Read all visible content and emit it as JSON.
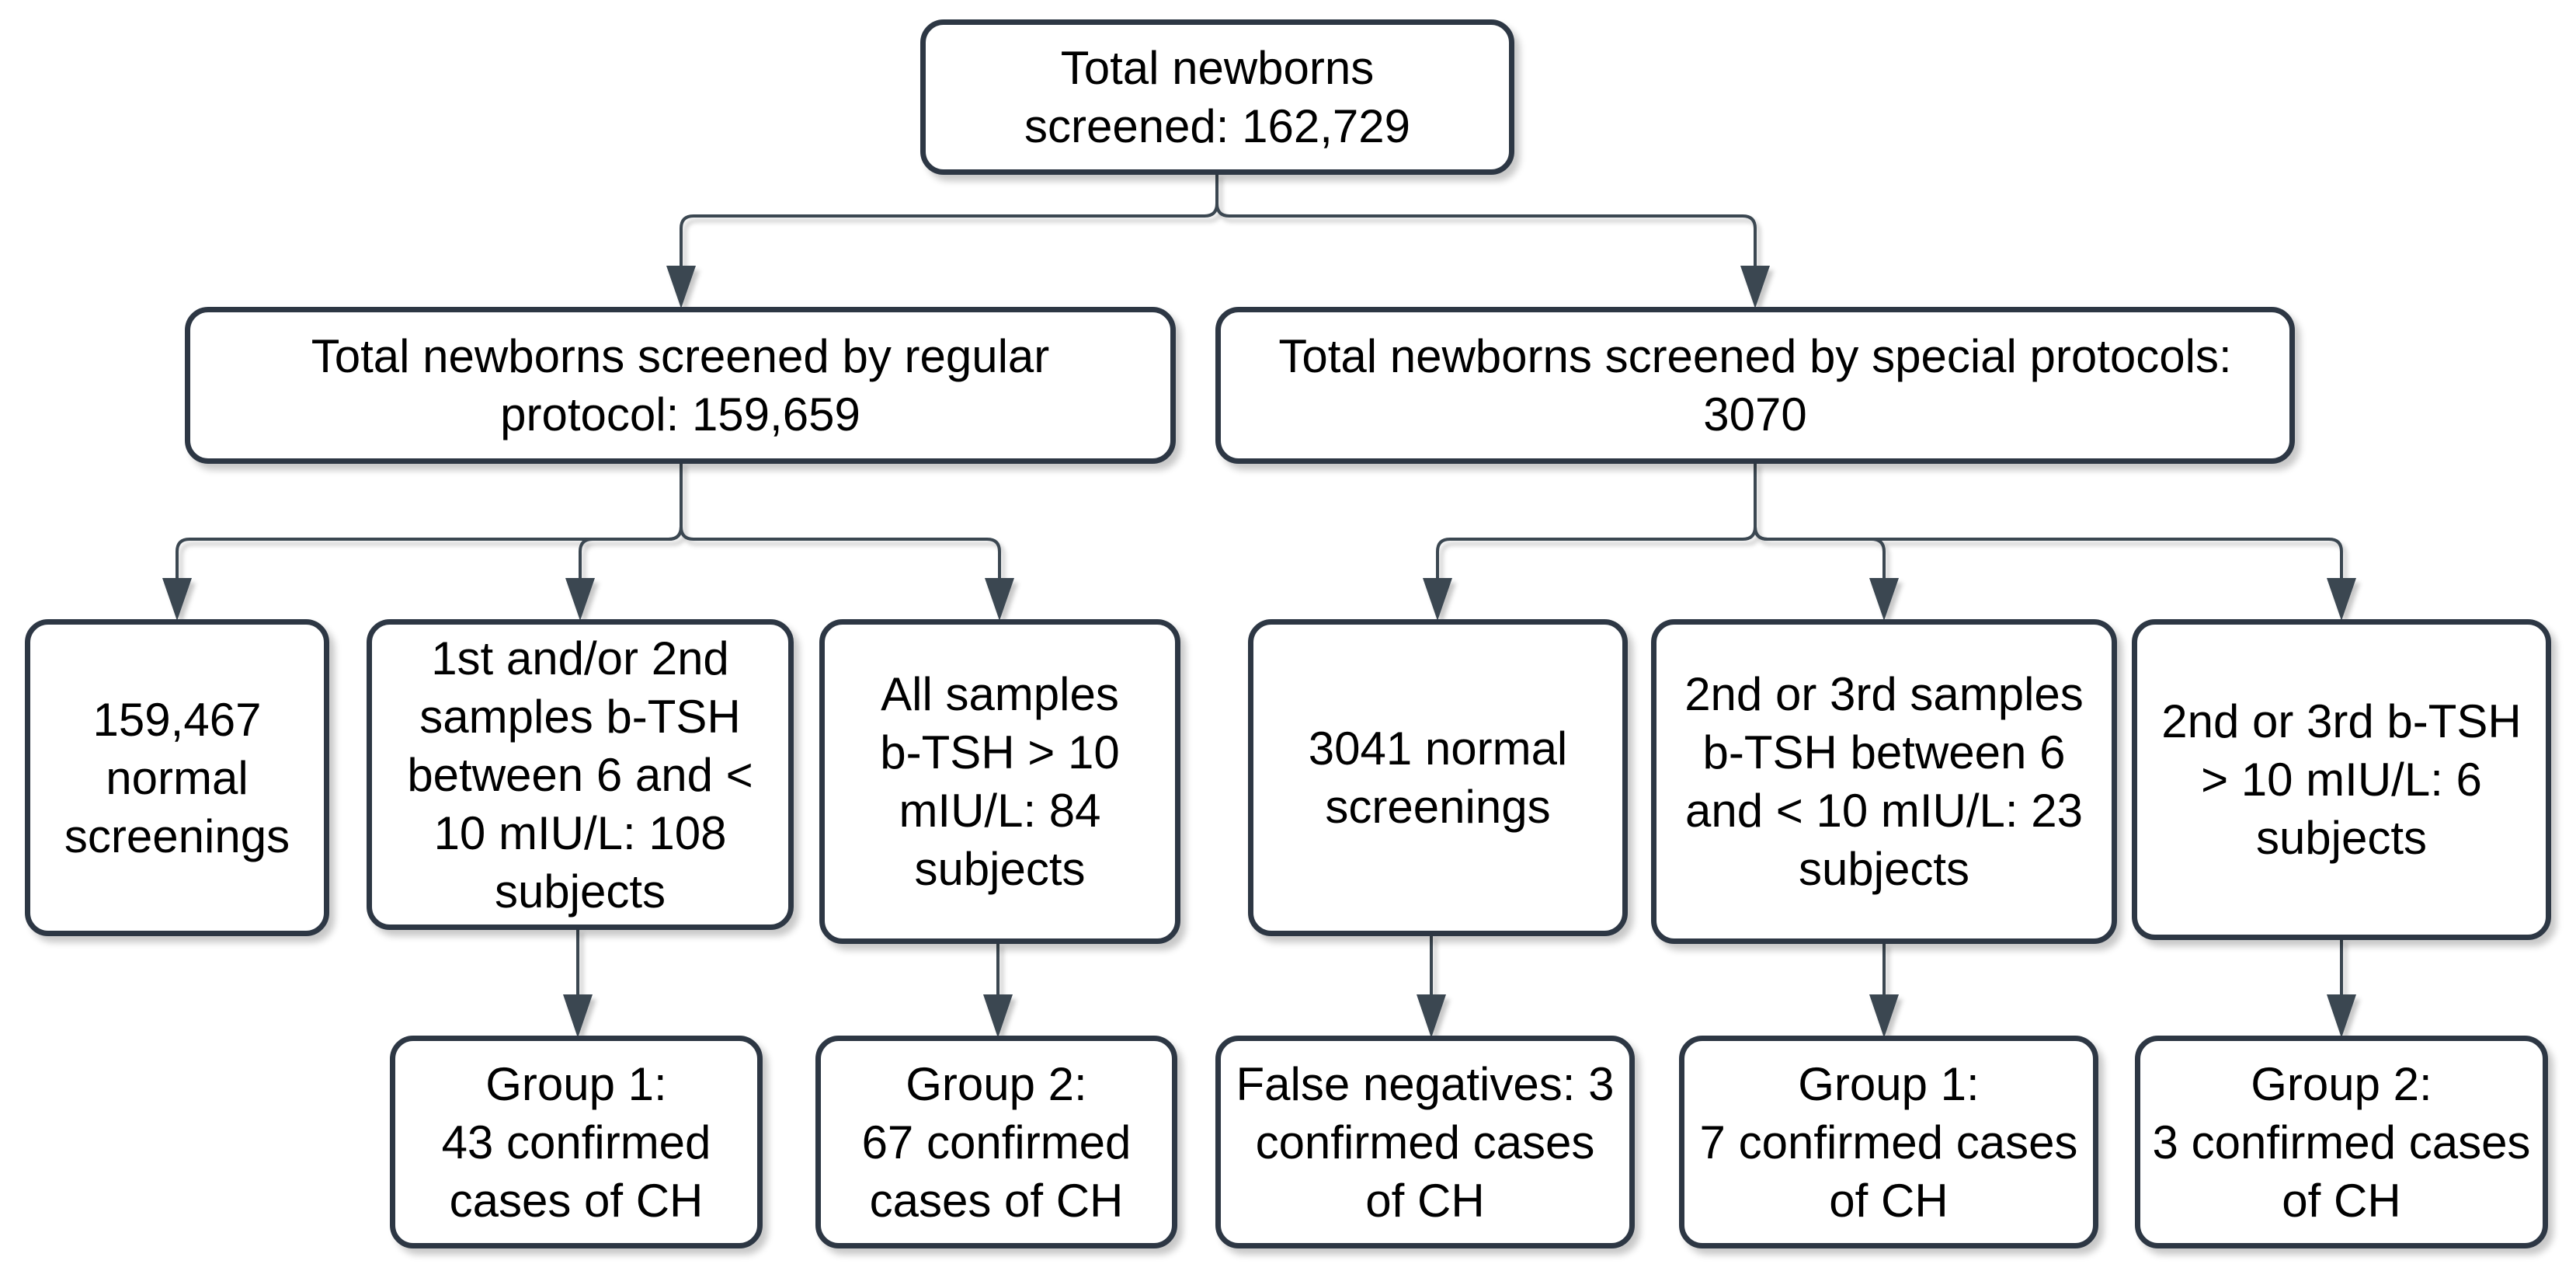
{
  "flowchart": {
    "colors": {
      "background": "#ffffff",
      "box_border": "#2d3744",
      "connector": "#3a4651",
      "text": "#000000"
    },
    "nodes": {
      "total": {
        "label": "Total newborns\nscreened: 162,729"
      },
      "regular": {
        "label": "Total newborns screened by regular\nprotocol: 159,659"
      },
      "special": {
        "label": "Total newborns screened by special protocols:\n3070"
      },
      "regular_normal": {
        "label": "159,467\nnormal\nscreenings"
      },
      "regular_borderline": {
        "label": "1st and/or 2nd\nsamples b-TSH\nbetween 6 and <\n10 mIU/L: 108\nsubjects"
      },
      "regular_high": {
        "label": "All samples\nb-TSH > 10\nmIU/L: 84\nsubjects"
      },
      "special_normal": {
        "label": "3041 normal\nscreenings"
      },
      "special_borderline": {
        "label": "2nd or 3rd samples\nb-TSH between 6\nand < 10 mIU/L: 23\nsubjects"
      },
      "special_high": {
        "label": "2nd or 3rd b-TSH\n> 10 mIU/L: 6\nsubjects"
      },
      "group1_regular": {
        "label": "Group 1:\n43 confirmed\ncases of CH"
      },
      "group2_regular": {
        "label": "Group 2:\n67 confirmed\ncases of CH"
      },
      "false_negatives": {
        "label": "False negatives: 3\nconfirmed cases\nof CH"
      },
      "group1_special": {
        "label": "Group 1:\n7 confirmed cases\nof CH"
      },
      "group2_special": {
        "label": "Group 2:\n3 confirmed cases\nof CH"
      }
    }
  }
}
